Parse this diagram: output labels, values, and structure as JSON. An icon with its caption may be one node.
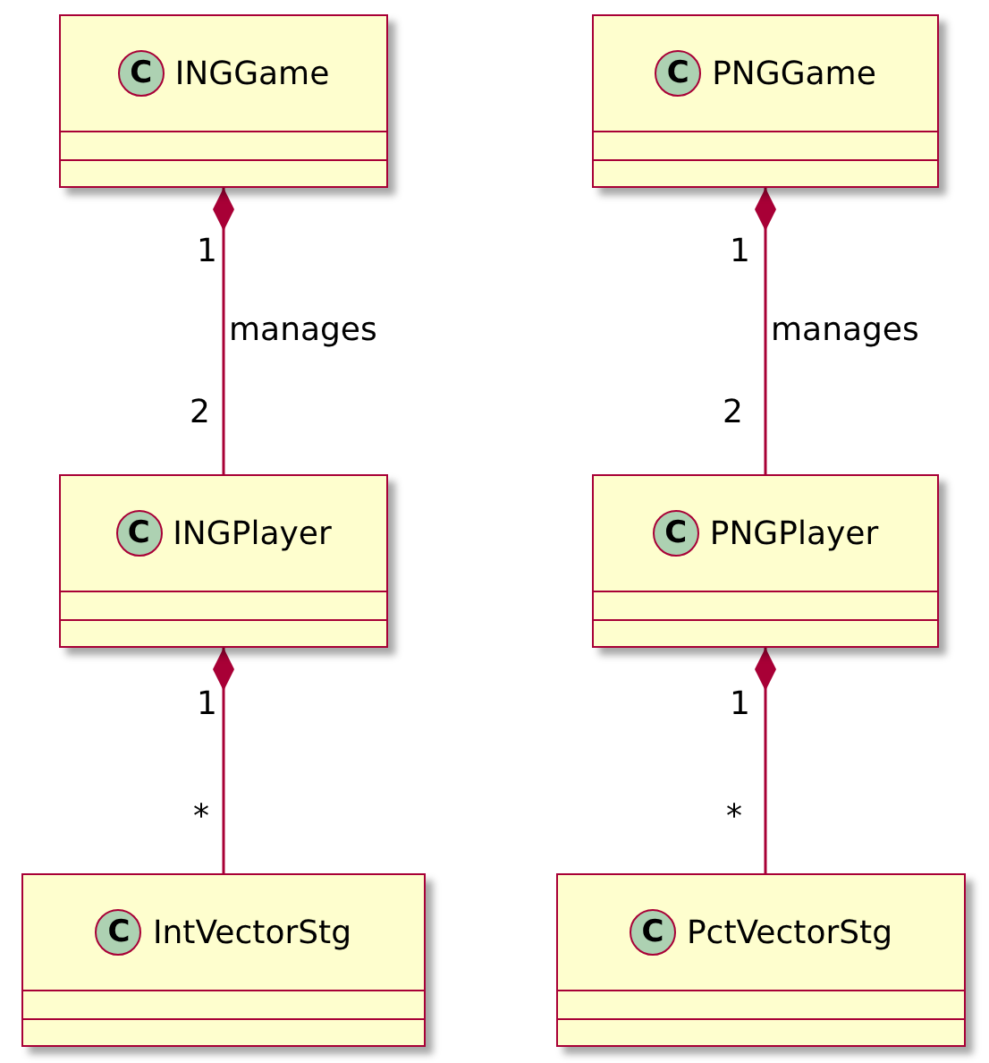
{
  "diagram": {
    "nodes": [
      {
        "text": [
          "C",
          "INGGame"
        ]
      },
      {
        "text": [
          "C",
          "PNGGame"
        ]
      },
      {
        "text": [
          "C",
          "INGPlayer"
        ]
      },
      {
        "text": [
          "C",
          "PNGPlayer"
        ]
      },
      {
        "text": [
          "C",
          "IntVectorStg"
        ]
      },
      {
        "text": [
          "C",
          "PctVectorStg"
        ]
      }
    ],
    "edges": [
      {
        "from": 0,
        "to": 2,
        "arrow": "other",
        "label": "manages"
      },
      {
        "from": 1,
        "to": 3,
        "arrow": "other",
        "label": "manages"
      },
      {
        "from": 2,
        "to": 4,
        "arrow": "other"
      },
      {
        "from": 3,
        "to": 5,
        "arrow": "other"
      }
    ],
    "labels": [
      "1",
      "1",
      "2",
      "2",
      "1",
      "1",
      "*",
      "*"
    ]
  }
}
